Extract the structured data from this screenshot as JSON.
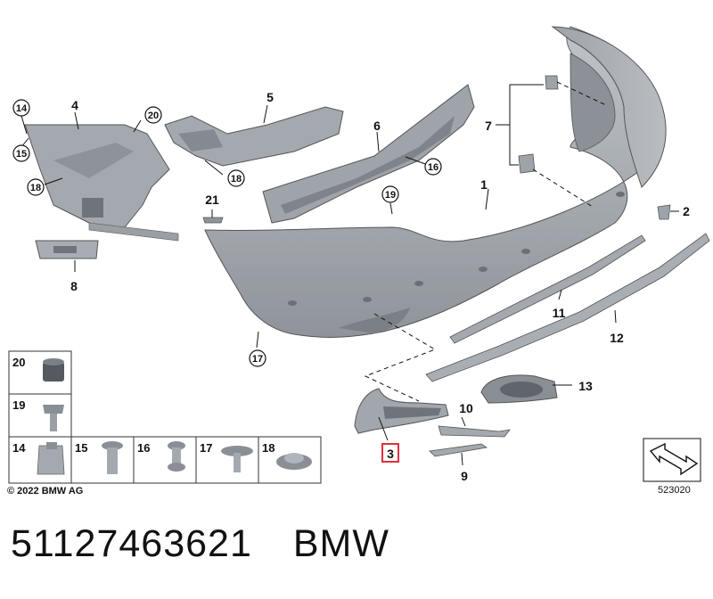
{
  "callouts": {
    "c1": "1",
    "c2": "2",
    "c3": "3",
    "c4": "4",
    "c5": "5",
    "c6": "6",
    "c7": "7",
    "c8": "8",
    "c9": "9",
    "c10": "10",
    "c11": "11",
    "c12": "12",
    "c13": "13",
    "c21": "21"
  },
  "circled": {
    "c14": "14",
    "c15": "15",
    "c16": "16",
    "c17": "17",
    "c18a": "18",
    "c18b": "18",
    "c19": "19",
    "c20": "20"
  },
  "legend": {
    "items": [
      "20",
      "19",
      "14",
      "15",
      "16",
      "17",
      "18"
    ]
  },
  "copyright": "© 2022 BMW AG",
  "diagram_id": "523020",
  "footer": {
    "part_number": "51127463621",
    "brand": "BMW"
  },
  "colors": {
    "part_fill": "#a9aeb4",
    "part_light": "#c8ccd1",
    "part_dark": "#7b8087",
    "line": "#111111",
    "highlight": "#e0303a"
  }
}
